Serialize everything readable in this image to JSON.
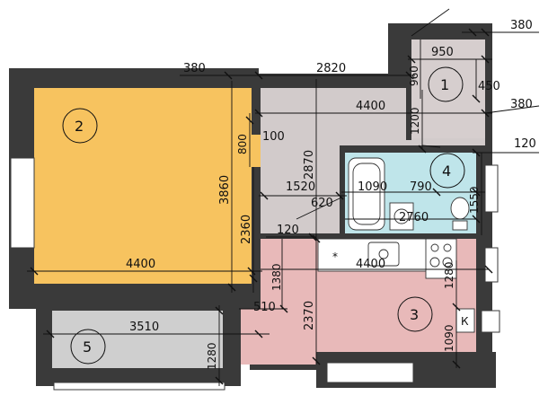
{
  "plan": {
    "colors": {
      "room1": "#d6cece",
      "room2": "#f7c35f",
      "room3": "#e8b9b9",
      "room4": "#bfe5ea",
      "room5": "#cfcfcf",
      "hall": "#d2cbcb",
      "wall": "#3a3a3a"
    },
    "rooms": [
      {
        "number": "1"
      },
      {
        "number": "2"
      },
      {
        "number": "3"
      },
      {
        "number": "4"
      },
      {
        "number": "5"
      }
    ],
    "dimensions": {
      "d380_top_right": "380",
      "d950": "950",
      "d960": "960",
      "d450": "450",
      "d380_top_left": "380",
      "d2820": "2820",
      "d4400_top": "4400",
      "d380_mid_right": "380",
      "d1200": "1200",
      "d120_right": "120",
      "d800": "800",
      "d100": "100",
      "d3860": "3860",
      "d2870": "2870",
      "d1520": "1520",
      "d1090_bath": "1090",
      "d790": "790",
      "d1550": "1550",
      "d620": "620",
      "d2760": "2760",
      "d2360": "2360",
      "d120_mid": "120",
      "d4400_left": "4400",
      "d4400_kitchen": "4400",
      "d1380": "1380",
      "d1280_right": "1280",
      "d510": "510",
      "d2370": "2370",
      "d1090_right": "1090",
      "d3510": "3510",
      "d1280_balcony": "1280"
    },
    "marks": {
      "k_label": "К",
      "stove_mark": "*"
    }
  }
}
